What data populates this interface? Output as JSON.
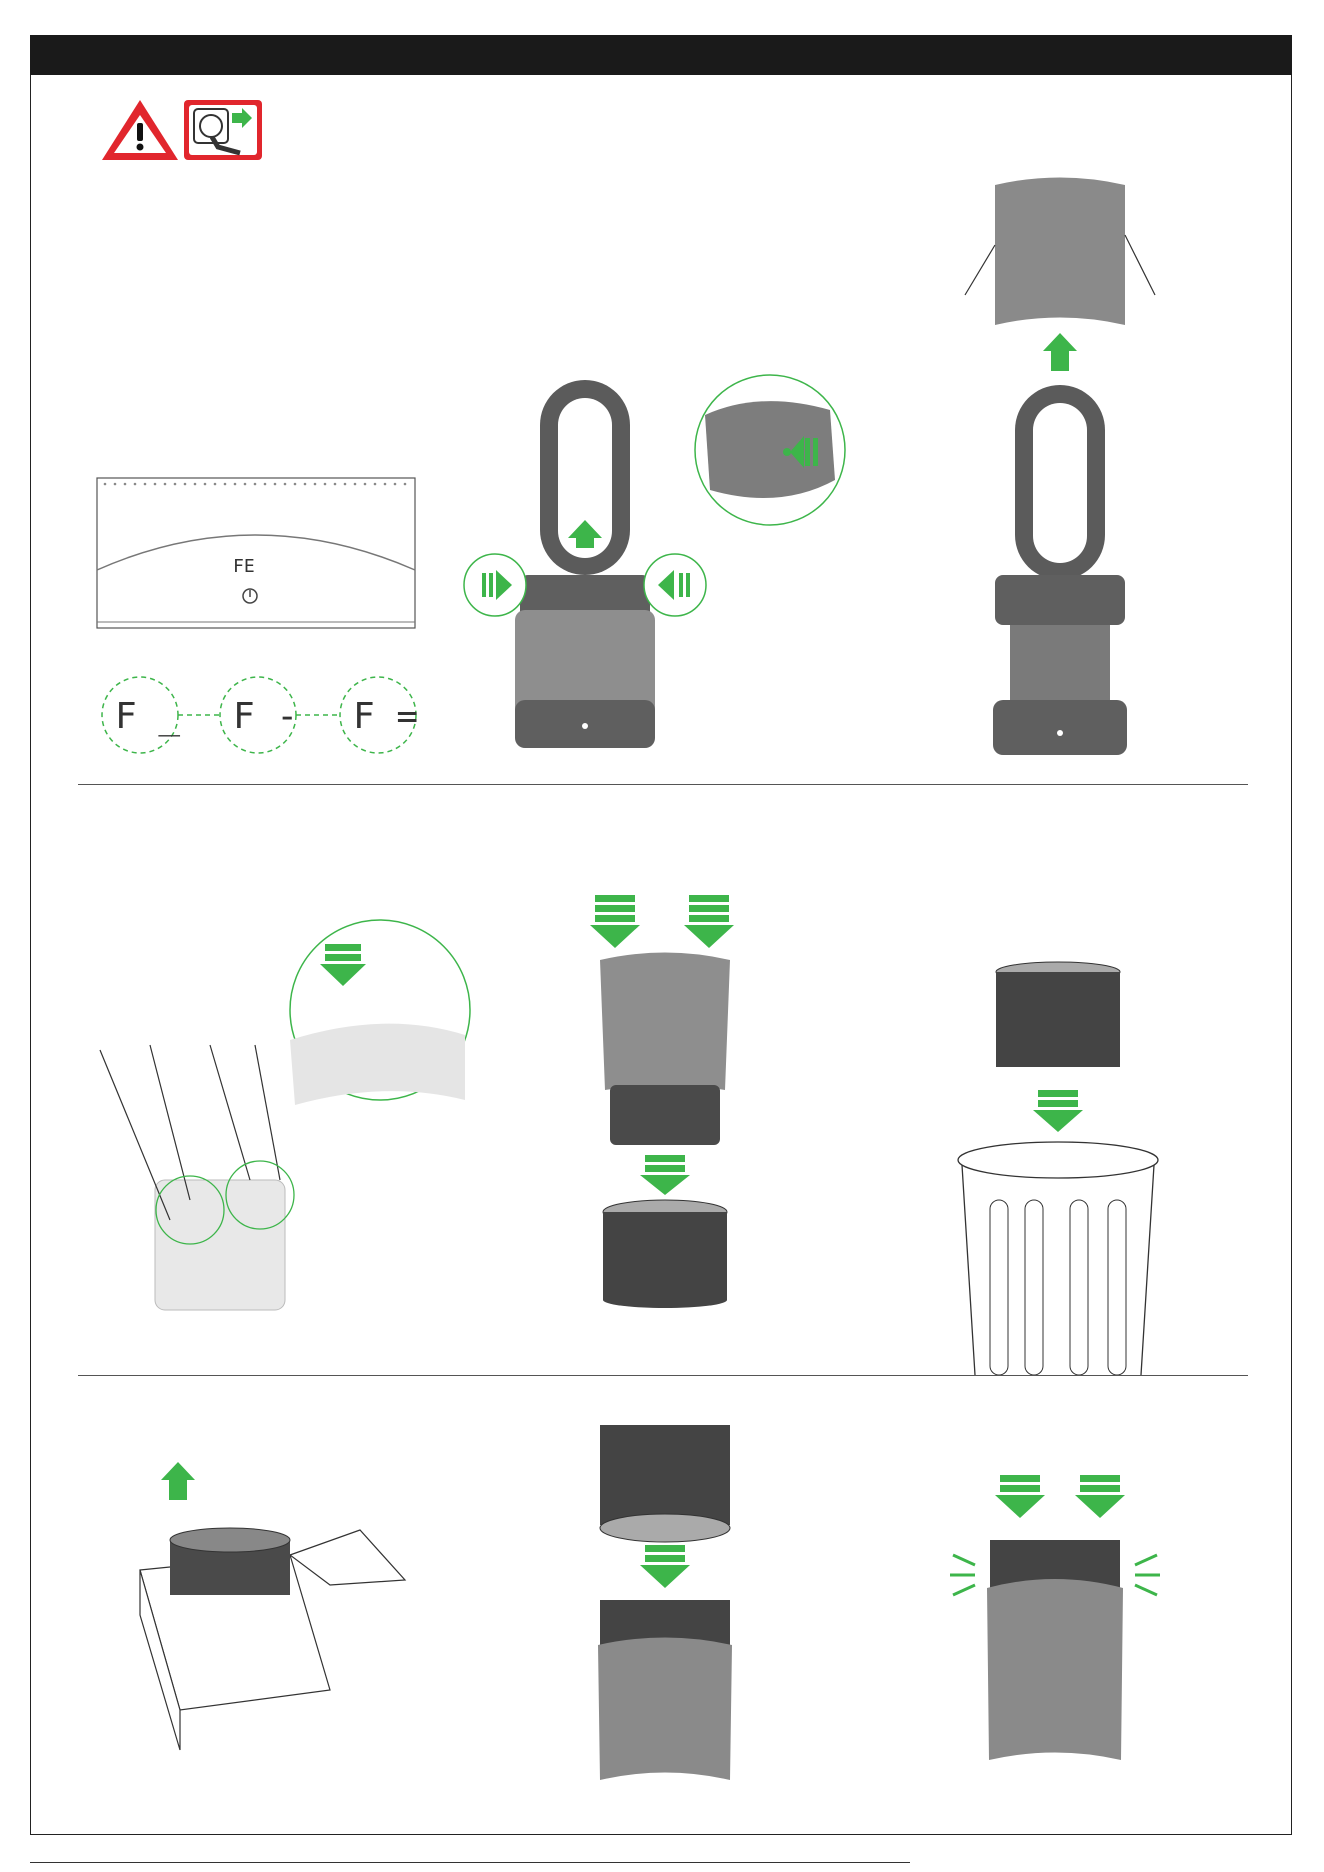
{
  "manual": {
    "display_codes": {
      "screen_code": "FE",
      "step1": "F _",
      "step2": "F -",
      "step3": "F ="
    }
  },
  "colors": {
    "accent_green": "#3db54a",
    "warning_red": "#e1262d",
    "body_grey": "#6b6b6b",
    "dark_grey": "#4a4a4a",
    "outline": "#222222"
  },
  "icons": {
    "warning": "warning-triangle-icon",
    "unplug": "unplug-socket-icon",
    "power": "power-icon"
  }
}
